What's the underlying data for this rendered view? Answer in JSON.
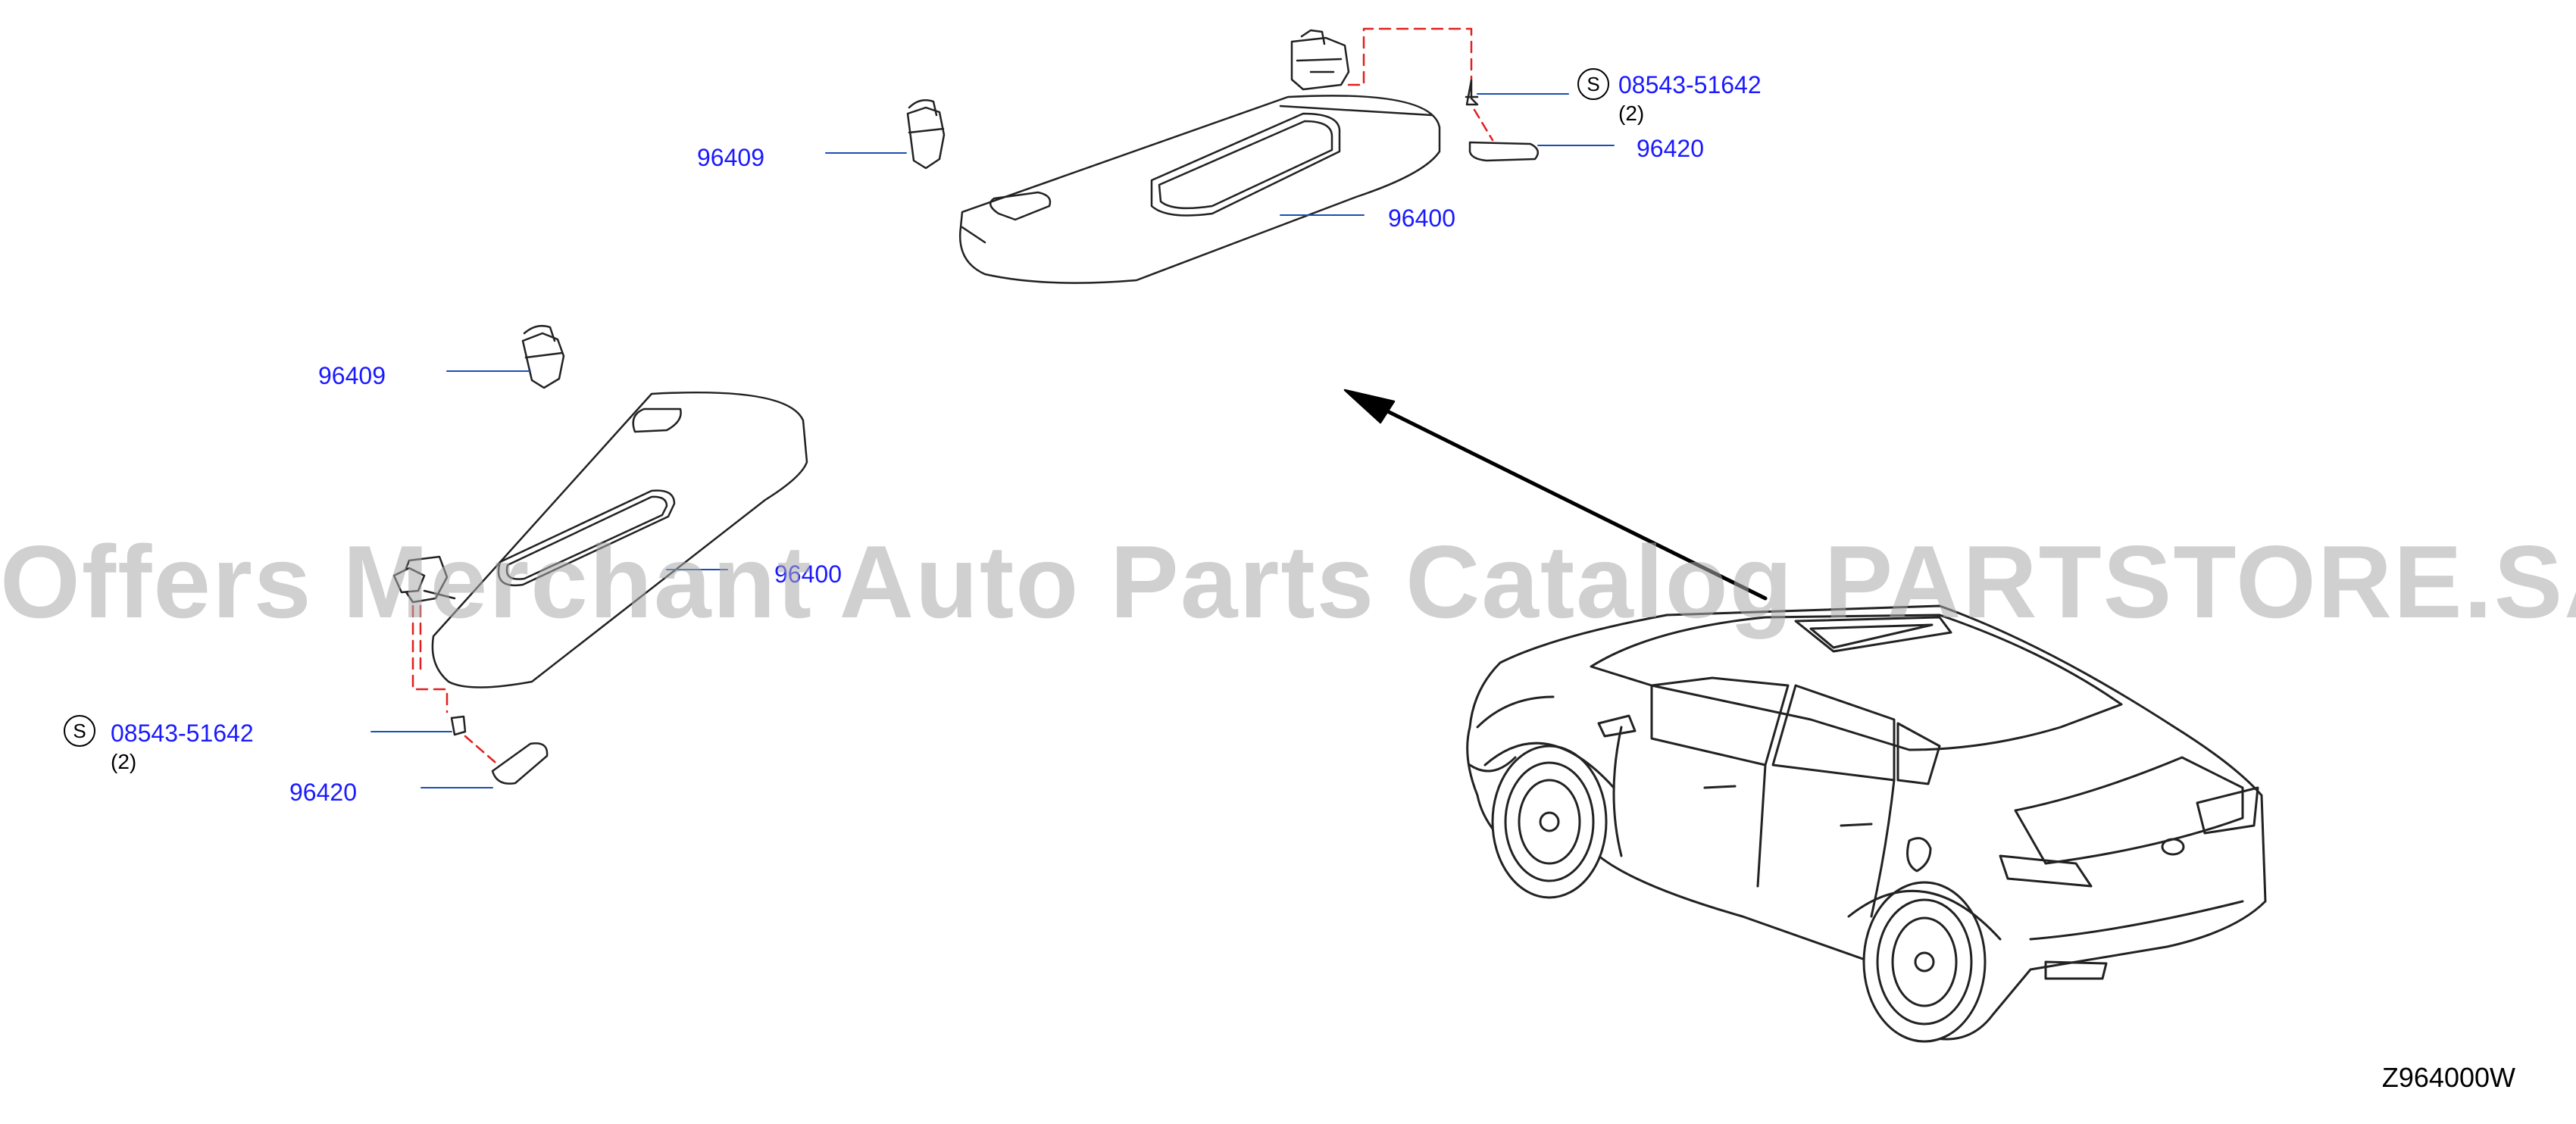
{
  "colors": {
    "part_number": "#1a1aff",
    "leader_line": "#1a4fb0",
    "dashed_line": "#e02020",
    "outline": "#222222",
    "watermark": "#aaaaaa"
  },
  "upper_group": {
    "clip": "96409",
    "visor": "96400",
    "cover": "96420",
    "screw": {
      "symbol": "S",
      "part": "08543-51642",
      "qty": "(2)"
    }
  },
  "lower_group": {
    "clip": "96409",
    "visor": "96400",
    "cover": "96420",
    "screw": {
      "symbol": "S",
      "part": "08543-51642",
      "qty": "(2)"
    }
  },
  "watermark": "Offers Merchant Auto Parts Catalog PARTSTORE.SA",
  "diagram_code": "Z964000W"
}
